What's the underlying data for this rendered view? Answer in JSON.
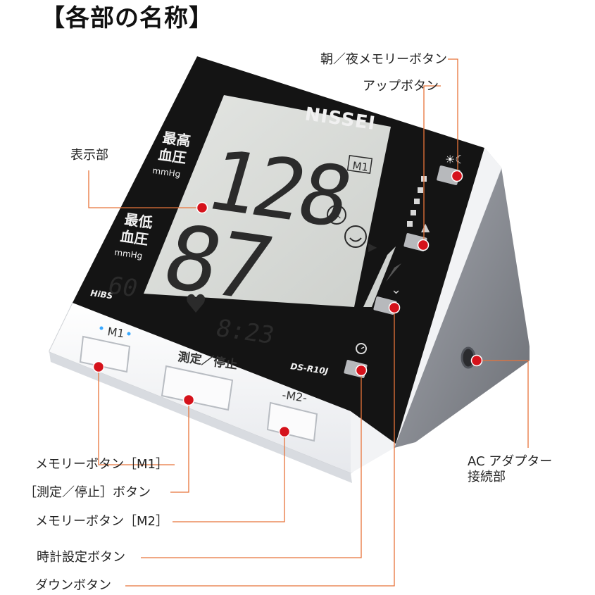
{
  "title": "【各部の名称】",
  "device": {
    "brand": "NISSEI",
    "model": "DS-R10J",
    "badge": "HiBS",
    "display": {
      "systolic_label": [
        "最高",
        "血圧"
      ],
      "diastolic_label": [
        "最低",
        "血圧"
      ],
      "unit": "mmHg",
      "systolic_value": "128",
      "diastolic_value": "87",
      "pulse_value": "60",
      "time": "8:23",
      "memory_tag": "M1",
      "ok_mark": "OK"
    },
    "buttons": {
      "m1": "M1",
      "measure": "測定／停止",
      "m2": "-M2-"
    }
  },
  "labels": {
    "am_pm_memory": "朝／夜メモリーボタン",
    "up": "アップボタン",
    "display_area": "表示部",
    "memory_m1": "メモリーボタン［M1］",
    "measure_stop": "［測定／停止］ボタン",
    "memory_m2": "メモリーボタン［M2］",
    "clock_set": "時計設定ボタン",
    "down": "ダウンボタン",
    "ac_line1": "AC アダプター",
    "ac_line2": "接続部"
  },
  "colors": {
    "leader": "#e8733a",
    "marker": "#d5121b",
    "bezel": "#141414",
    "lcd": "#d9dcd8",
    "lcd_text": "#2b2b2b",
    "body_white": "#f7f8fa",
    "side_gray": "#7f8288",
    "led": "#39a8ff"
  }
}
